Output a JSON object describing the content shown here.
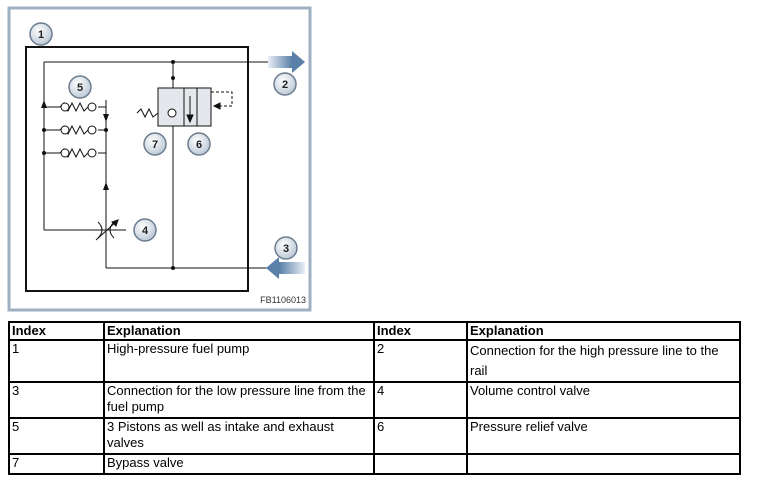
{
  "figure": {
    "code": "FB1106013",
    "callouts": [
      "1",
      "2",
      "3",
      "4",
      "5",
      "6",
      "7"
    ]
  },
  "table": {
    "headers": [
      "Index",
      "Explanation",
      "Index",
      "Explanation"
    ],
    "rows": [
      [
        "1",
        "High-pressure fuel pump",
        "2",
        "Connection for the high pressure line to the rail"
      ],
      [
        "3",
        "Connection for the low pressure line from the fuel pump",
        "4",
        "Volume control valve"
      ],
      [
        "5",
        "3 Pistons as well as intake and exhaust valves",
        "6",
        "Pressure relief valve"
      ],
      [
        "7",
        "Bypass valve",
        "",
        ""
      ]
    ]
  }
}
